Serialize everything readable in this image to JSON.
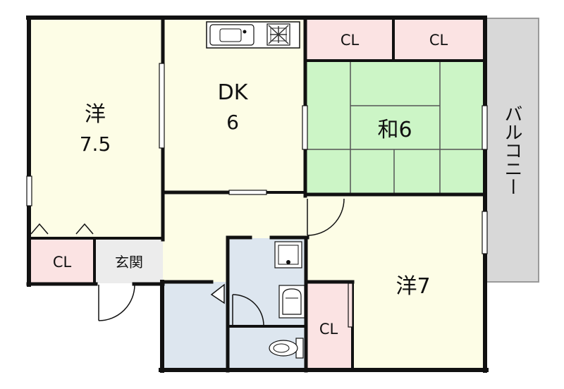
{
  "rooms": {
    "western_left": {
      "name": "洋",
      "size": "7.5"
    },
    "dk": {
      "name": "DK",
      "size": "6"
    },
    "washitsu": {
      "label": "和6"
    },
    "western_right": {
      "label": "洋7"
    },
    "balcony": {
      "label": "バルコニー"
    },
    "entrance": {
      "label": "玄関"
    }
  },
  "closets": {
    "top_left": "CL",
    "top_right": "CL",
    "entrance": "CL",
    "bottom": "CL"
  },
  "colors": {
    "western": "#fdfde6",
    "closet": "#fbe3e3",
    "washitsu": "#ccf5c6",
    "water": "#dde6ef",
    "balcony": "#d8d8d8",
    "entrance": "#ececec",
    "wall": "#111111"
  }
}
